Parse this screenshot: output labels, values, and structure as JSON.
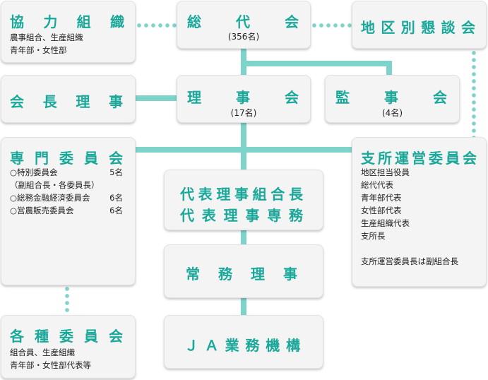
{
  "nodes": {
    "kyoryoku": {
      "title": "協力組織",
      "lines": [
        "農事組合、生産組織",
        "青年部・女性部"
      ]
    },
    "sodaikai": {
      "title": "総代会",
      "sub": "(356名)"
    },
    "chiku": {
      "title": "地区別懇談会"
    },
    "kaicho": {
      "title": "会長理事"
    },
    "rijikai": {
      "title": "理事会",
      "sub": "(17名)"
    },
    "kanjikai": {
      "title": "監事会",
      "sub": "(4名)"
    },
    "senmon": {
      "title": "専門委員会",
      "items": [
        {
          "name": "○特別委員会",
          "count": "5名"
        },
        {
          "name": "（副組合長・各委員長）",
          "count": ""
        },
        {
          "name": "○総務金融経済委員会",
          "count": "6名"
        },
        {
          "name": "○営農販売委員会",
          "count": "6名"
        }
      ]
    },
    "daihyo": {
      "line1": "代表理事組合長",
      "line2": "代表理事専務"
    },
    "shisho": {
      "title": "支所運営委員会",
      "lines": [
        "地区担当役員",
        "総代代表",
        "青年部代表",
        "女性部代表",
        "生産組織代表",
        "支所長"
      ],
      "footer": "支所運営委員長は副組合長"
    },
    "jomu": {
      "title": "常務理事"
    },
    "kakushu": {
      "title": "各種委員会",
      "lines": [
        "組合員、生産組織",
        "青年部・女性部代表等"
      ]
    },
    "ja": {
      "title": "ＪＡ業務機構"
    }
  },
  "colors": {
    "accent": "#1aa89a",
    "connector": "#7ed3cb",
    "box": "#f4f4f4"
  }
}
